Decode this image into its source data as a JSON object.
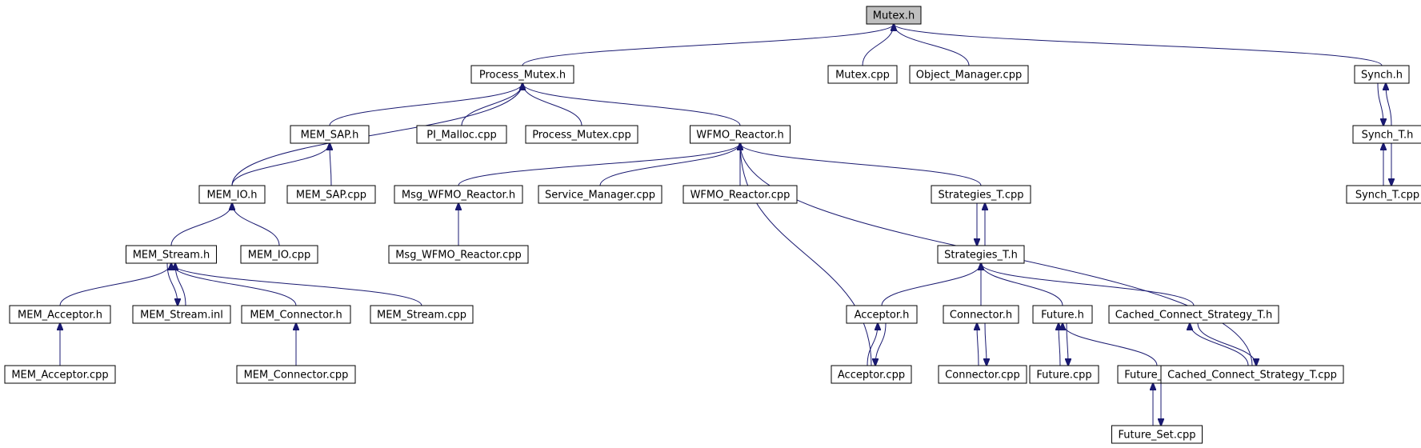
{
  "graph": {
    "root": "Mutex.h",
    "colors": {
      "edge": "#191970",
      "root_fill": "#bfbfbf",
      "node_fill": "#ffffff",
      "border": "#000000"
    },
    "nodes": [
      {
        "id": "mutex_h",
        "label": "Mutex.h",
        "root": true
      },
      {
        "id": "process_mutex_h",
        "label": "Process_Mutex.h"
      },
      {
        "id": "mutex_cpp",
        "label": "Mutex.cpp"
      },
      {
        "id": "object_manager_cpp",
        "label": "Object_Manager.cpp"
      },
      {
        "id": "synch_h",
        "label": "Synch.h"
      },
      {
        "id": "mem_sap_h",
        "label": "MEM_SAP.h"
      },
      {
        "id": "pi_malloc_cpp",
        "label": "PI_Malloc.cpp"
      },
      {
        "id": "process_mutex_cpp",
        "label": "Process_Mutex.cpp"
      },
      {
        "id": "wfmo_reactor_h",
        "label": "WFMO_Reactor.h"
      },
      {
        "id": "synch_t_h",
        "label": "Synch_T.h"
      },
      {
        "id": "mem_io_h",
        "label": "MEM_IO.h"
      },
      {
        "id": "mem_sap_cpp",
        "label": "MEM_SAP.cpp"
      },
      {
        "id": "msg_wfmo_reactor_h",
        "label": "Msg_WFMO_Reactor.h"
      },
      {
        "id": "service_manager_cpp",
        "label": "Service_Manager.cpp"
      },
      {
        "id": "wfmo_reactor_cpp",
        "label": "WFMO_Reactor.cpp"
      },
      {
        "id": "strategies_t_cpp",
        "label": "Strategies_T.cpp"
      },
      {
        "id": "synch_t_cpp",
        "label": "Synch_T.cpp"
      },
      {
        "id": "mem_stream_h",
        "label": "MEM_Stream.h"
      },
      {
        "id": "mem_io_cpp",
        "label": "MEM_IO.cpp"
      },
      {
        "id": "msg_wfmo_reactor_cpp",
        "label": "Msg_WFMO_Reactor.cpp"
      },
      {
        "id": "strategies_t_h",
        "label": "Strategies_T.h"
      },
      {
        "id": "mem_acceptor_h",
        "label": "MEM_Acceptor.h"
      },
      {
        "id": "mem_stream_inl",
        "label": "MEM_Stream.inl"
      },
      {
        "id": "mem_connector_h",
        "label": "MEM_Connector.h"
      },
      {
        "id": "mem_stream_cpp",
        "label": "MEM_Stream.cpp"
      },
      {
        "id": "acceptor_h",
        "label": "Acceptor.h"
      },
      {
        "id": "connector_h",
        "label": "Connector.h"
      },
      {
        "id": "future_h",
        "label": "Future.h"
      },
      {
        "id": "cached_connect_strategy_t_h",
        "label": "Cached_Connect_Strategy_T.h"
      },
      {
        "id": "mem_acceptor_cpp",
        "label": "MEM_Acceptor.cpp"
      },
      {
        "id": "mem_connector_cpp",
        "label": "MEM_Connector.cpp"
      },
      {
        "id": "acceptor_cpp",
        "label": "Acceptor.cpp"
      },
      {
        "id": "connector_cpp",
        "label": "Connector.cpp"
      },
      {
        "id": "future_cpp",
        "label": "Future.cpp"
      },
      {
        "id": "future_set_h",
        "label": "Future_Set.h"
      },
      {
        "id": "cached_connect_strategy_t_cpp",
        "label": "Cached_Connect_Strategy_T.cpp"
      },
      {
        "id": "future_set_cpp",
        "label": "Future_Set.cpp"
      }
    ],
    "edges": [
      {
        "from": "process_mutex_h",
        "to": "mutex_h"
      },
      {
        "from": "mutex_cpp",
        "to": "mutex_h"
      },
      {
        "from": "object_manager_cpp",
        "to": "mutex_h"
      },
      {
        "from": "synch_h",
        "to": "mutex_h"
      },
      {
        "from": "mem_sap_h",
        "to": "process_mutex_h"
      },
      {
        "from": "pi_malloc_cpp",
        "to": "process_mutex_h"
      },
      {
        "from": "process_mutex_cpp",
        "to": "process_mutex_h"
      },
      {
        "from": "wfmo_reactor_h",
        "to": "process_mutex_h"
      },
      {
        "from": "mem_io_h",
        "to": "process_mutex_h"
      },
      {
        "from": "synch_t_h",
        "to": "synch_h"
      },
      {
        "from": "synch_h",
        "to": "synch_t_h"
      },
      {
        "from": "synch_t_cpp",
        "to": "synch_t_h"
      },
      {
        "from": "synch_t_h",
        "to": "synch_t_cpp"
      },
      {
        "from": "mem_io_h",
        "to": "mem_sap_h"
      },
      {
        "from": "mem_sap_cpp",
        "to": "mem_sap_h"
      },
      {
        "from": "msg_wfmo_reactor_h",
        "to": "wfmo_reactor_h"
      },
      {
        "from": "service_manager_cpp",
        "to": "wfmo_reactor_h"
      },
      {
        "from": "wfmo_reactor_cpp",
        "to": "wfmo_reactor_h"
      },
      {
        "from": "strategies_t_cpp",
        "to": "wfmo_reactor_h"
      },
      {
        "from": "acceptor_cpp",
        "to": "wfmo_reactor_h"
      },
      {
        "from": "cached_connect_strategy_t_cpp",
        "to": "wfmo_reactor_h"
      },
      {
        "from": "mem_stream_h",
        "to": "mem_io_h"
      },
      {
        "from": "mem_io_cpp",
        "to": "mem_io_h"
      },
      {
        "from": "msg_wfmo_reactor_cpp",
        "to": "msg_wfmo_reactor_h"
      },
      {
        "from": "strategies_t_h",
        "to": "strategies_t_cpp"
      },
      {
        "from": "strategies_t_cpp",
        "to": "strategies_t_h"
      },
      {
        "from": "mem_acceptor_h",
        "to": "mem_stream_h"
      },
      {
        "from": "mem_stream_inl",
        "to": "mem_stream_h"
      },
      {
        "from": "mem_stream_h",
        "to": "mem_stream_inl"
      },
      {
        "from": "mem_connector_h",
        "to": "mem_stream_h"
      },
      {
        "from": "mem_stream_cpp",
        "to": "mem_stream_h"
      },
      {
        "from": "acceptor_h",
        "to": "strategies_t_h"
      },
      {
        "from": "connector_h",
        "to": "strategies_t_h"
      },
      {
        "from": "future_h",
        "to": "strategies_t_h"
      },
      {
        "from": "cached_connect_strategy_t_h",
        "to": "strategies_t_h"
      },
      {
        "from": "mem_acceptor_cpp",
        "to": "mem_acceptor_h"
      },
      {
        "from": "mem_connector_cpp",
        "to": "mem_connector_h"
      },
      {
        "from": "acceptor_cpp",
        "to": "acceptor_h"
      },
      {
        "from": "acceptor_h",
        "to": "acceptor_cpp"
      },
      {
        "from": "connector_cpp",
        "to": "connector_h"
      },
      {
        "from": "connector_h",
        "to": "connector_cpp"
      },
      {
        "from": "future_cpp",
        "to": "future_h"
      },
      {
        "from": "future_h",
        "to": "future_cpp"
      },
      {
        "from": "future_set_h",
        "to": "future_h"
      },
      {
        "from": "cached_connect_strategy_t_cpp",
        "to": "cached_connect_strategy_t_h"
      },
      {
        "from": "cached_connect_strategy_t_h",
        "to": "cached_connect_strategy_t_cpp"
      },
      {
        "from": "future_set_cpp",
        "to": "future_set_h"
      },
      {
        "from": "future_set_h",
        "to": "future_set_cpp"
      }
    ]
  }
}
